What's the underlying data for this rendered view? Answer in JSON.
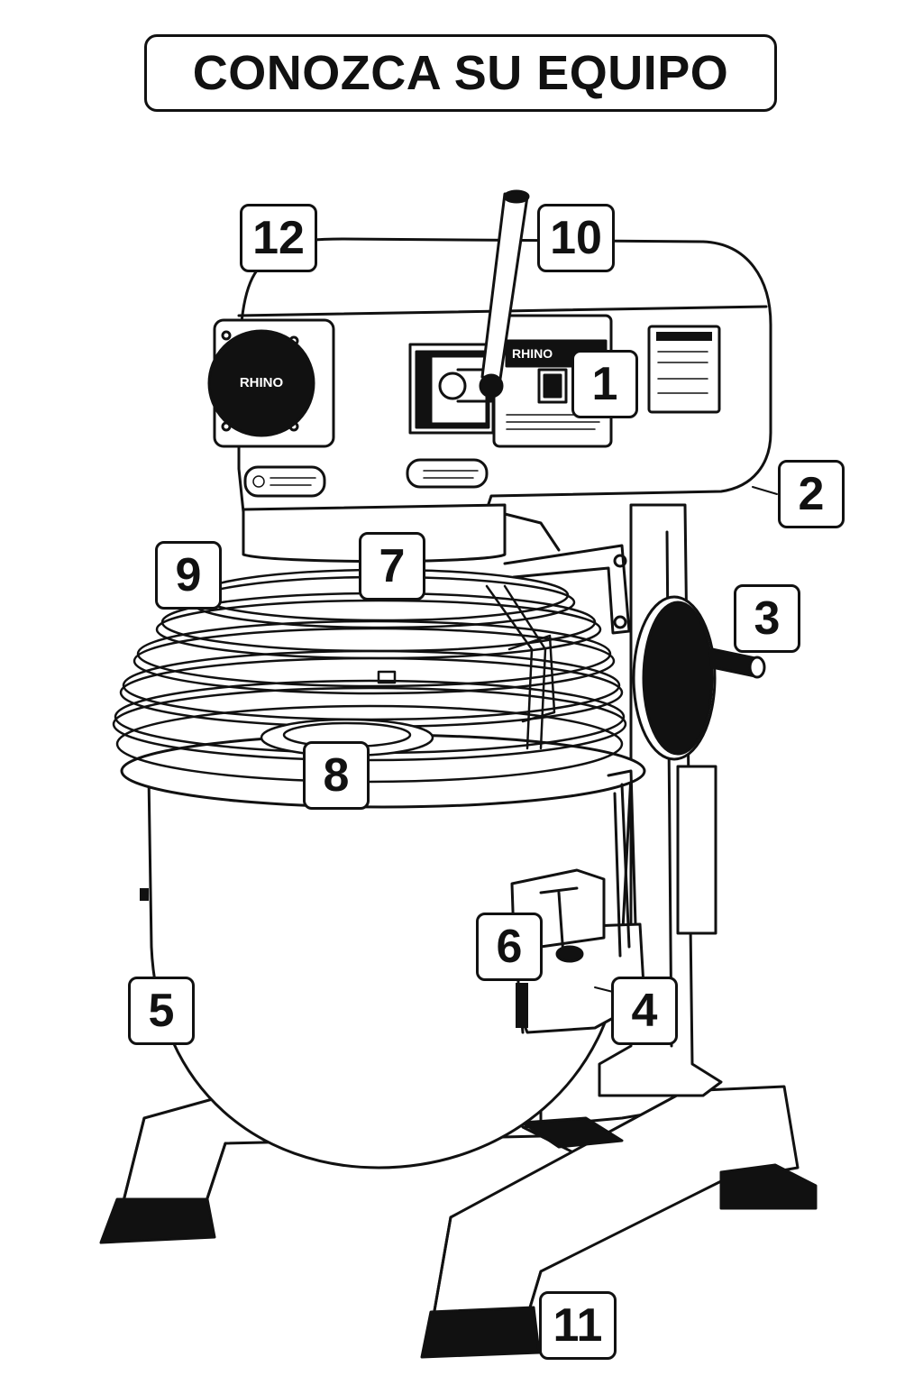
{
  "title": "CONOZCA SU EQUIPO",
  "brand": "RHINO",
  "callouts": {
    "c1": "1",
    "c2": "2",
    "c3": "3",
    "c4": "4",
    "c5": "5",
    "c6": "6",
    "c7": "7",
    "c8": "8",
    "c9": "9",
    "c10": "10",
    "c11": "11",
    "c12": "12"
  },
  "colors": {
    "line": "#111111",
    "fill": "#ffffff"
  }
}
